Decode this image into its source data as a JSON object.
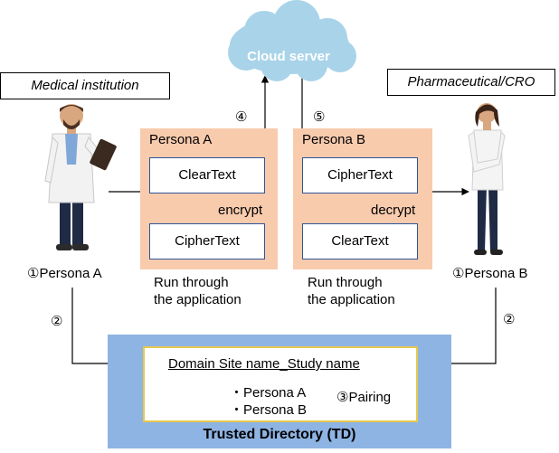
{
  "cloud": {
    "label": "Cloud server"
  },
  "labels": {
    "left_org": "Medical institution",
    "right_org": "Pharmaceutical/CRO"
  },
  "persona_a": {
    "panel_title": "Persona A",
    "top_box": "ClearText",
    "operation": "encrypt",
    "bottom_box": "CipherText",
    "run_line1": "Run through",
    "run_line2": "the application"
  },
  "persona_b": {
    "panel_title": "Persona B",
    "top_box": "CipherText",
    "operation": "decrypt",
    "bottom_box": "ClearText",
    "run_line1": "Run through",
    "run_line2": "the application"
  },
  "people": {
    "left_name": "①Persona A",
    "right_name": "①Persona B"
  },
  "steps": {
    "upload": "④",
    "download": "⑤",
    "left_register": "②",
    "right_register": "②"
  },
  "trusted_directory": {
    "title": "Trusted Directory (TD)",
    "domain": "Domain Site name_Study name",
    "item_a": "・Persona A",
    "item_b": "・Persona B",
    "pairing": "③Pairing"
  },
  "colors": {
    "panel": "#f8cbad",
    "td_outer": "#8eb4e3",
    "cloud": "#a9d3e9",
    "box_border": "#2f5597",
    "td_inner_border": "#e6c84f"
  },
  "icons": {
    "doctor": "doctor-with-clipboard",
    "businesswoman": "businesswoman-standing"
  }
}
